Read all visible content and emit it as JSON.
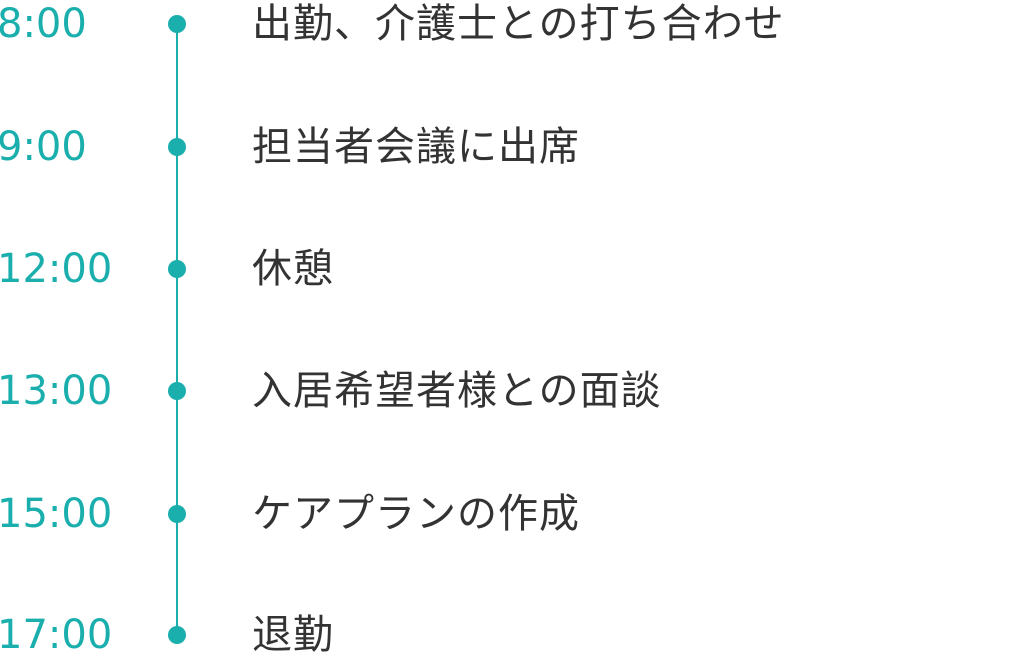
{
  "schedule": [
    {
      "time": "8:00",
      "label": "出勤、介護士との打ち合わせ"
    },
    {
      "time": "9:00",
      "label": "担当者会議に出席"
    },
    {
      "time": "12:00",
      "label": "休憩"
    },
    {
      "time": "13:00",
      "label": "入居希望者様との面談"
    },
    {
      "time": "15:00",
      "label": "ケアプランの作成"
    },
    {
      "time": "17:00",
      "label": "退勤"
    }
  ],
  "colors": {
    "accent": "#1aafad",
    "text": "#333333"
  }
}
